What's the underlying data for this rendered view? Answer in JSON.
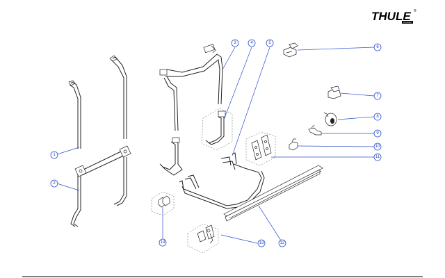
{
  "brand": {
    "logo_text": "THULE",
    "logo_sub": "Omnistor"
  },
  "callouts": [
    "1",
    "2",
    "3",
    "4",
    "5",
    "6",
    "7",
    "8",
    "9",
    "10",
    "11",
    "12",
    "13",
    "14"
  ],
  "colors": {
    "leader": "#2a4fd0",
    "line_art": "#222222",
    "bottom_rule": "#000000"
  }
}
